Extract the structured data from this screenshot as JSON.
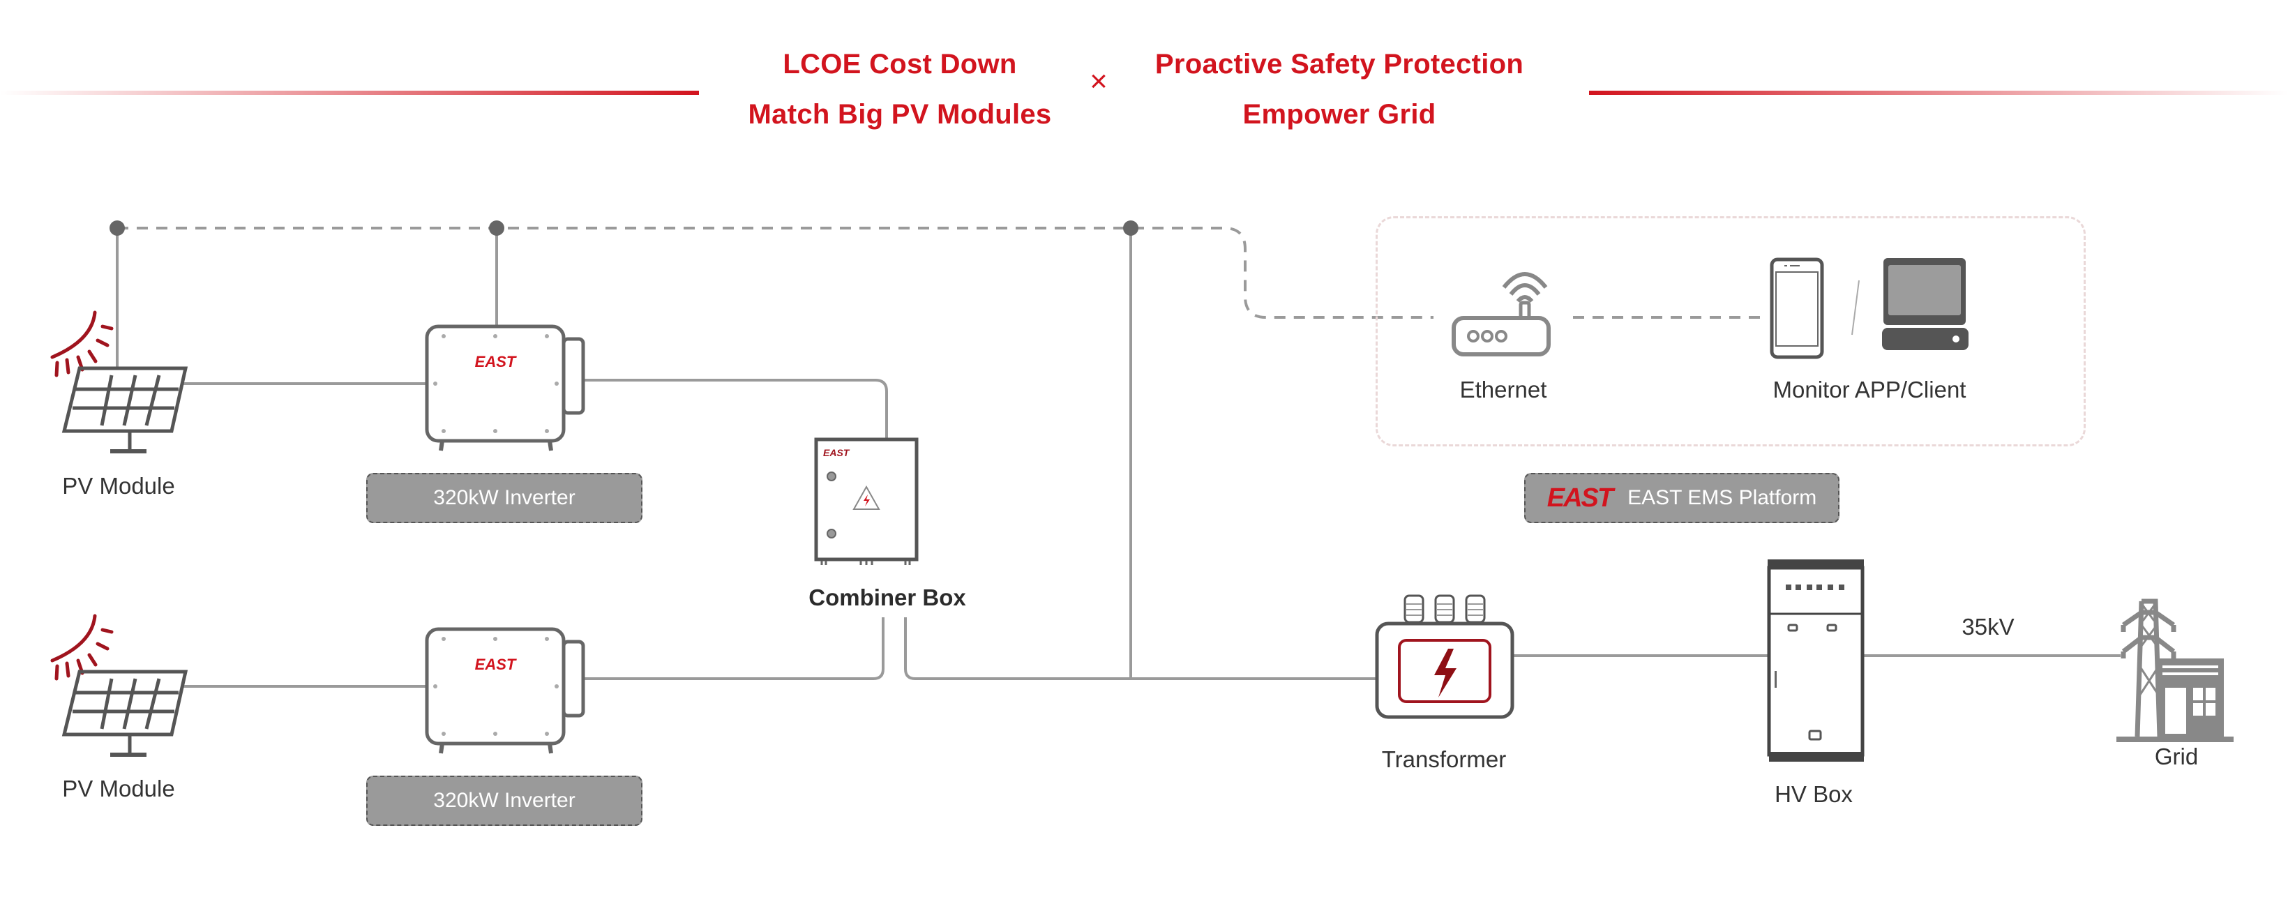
{
  "header": {
    "left_line1": "LCOE Cost Down",
    "left_line2": "Match Big PV Modules",
    "separator": "×",
    "right_line1": "Proactive Safety Protection",
    "right_line2": "Empower Grid"
  },
  "colors": {
    "brand_red": "#d2141e",
    "icon_dark": "#555555",
    "line_gray": "#9a9a9a",
    "tag_gray": "#9a9a9a"
  },
  "nodes": {
    "pv_module_1": "PV Module",
    "pv_module_2": "PV Module",
    "inverter_1": "320kW Inverter",
    "inverter_2": "320kW Inverter",
    "combiner_box": "Combiner Box",
    "ethernet": "Ethernet",
    "monitor": "Monitor APP/Client",
    "ems_platform": "EAST EMS Platform",
    "ems_logo": "EAST",
    "transformer": "Transformer",
    "hv_box": "HV Box",
    "voltage": "35kV",
    "grid": "Grid",
    "device_logo": "EAST"
  }
}
